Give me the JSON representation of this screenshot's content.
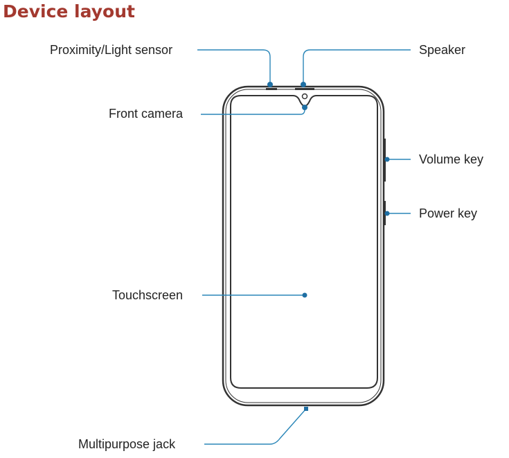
{
  "title": "Device layout",
  "labels": {
    "proximity": "Proximity/Light sensor",
    "speaker": "Speaker",
    "front_camera": "Front camera",
    "volume_key": "Volume key",
    "power_key": "Power key",
    "touchscreen": "Touchscreen",
    "jack": "Multipurpose jack"
  },
  "colors": {
    "title": "#a3392f",
    "leader": "#2a86b8"
  }
}
